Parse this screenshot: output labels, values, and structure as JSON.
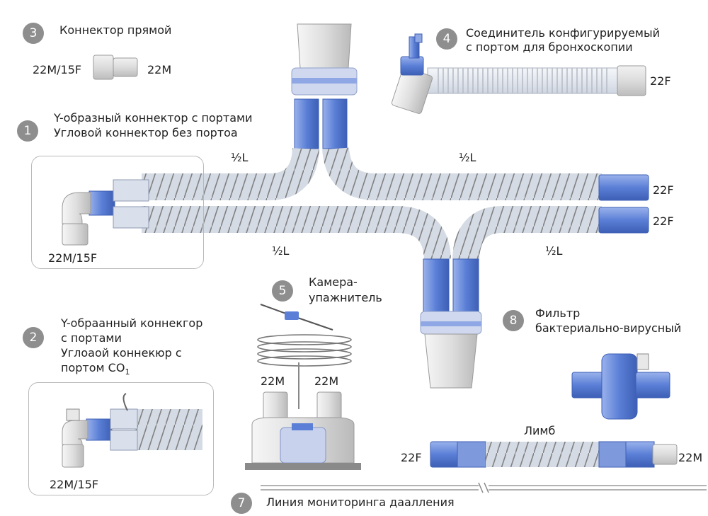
{
  "colors": {
    "blue": "#5b7fd6",
    "blue_dark": "#3d5fb5",
    "tube": "#e9edf3",
    "badge": "#8e8e8e"
  },
  "items": {
    "y_connector": {
      "num": "1",
      "line1": "Y-образный коннектор с портами",
      "line2": "Угловой коннектор без портоа",
      "port": "22M/15F"
    },
    "y_connector_co2": {
      "num": "2",
      "line1": "Y-обраанный коннекгор",
      "line2": "с портами",
      "line3": "Углоаой коннекюр с",
      "line4": "портом CO",
      "line4_sub": "1",
      "port": "22M/15F"
    },
    "straight_connector": {
      "num": "3",
      "title": "Коннектор прямой",
      "left": "22M/15F",
      "right": "22M"
    },
    "configurable_connector": {
      "num": "4",
      "line1": "Соединитель конфигурируемый",
      "line2": "с портом для бронхоскопии",
      "port": "22F"
    },
    "humidifier": {
      "num": "5",
      "line1": "Камера-",
      "line2": "упажнитель",
      "port_left": "22M",
      "port_right": "22M"
    },
    "monitoring_line": {
      "num": "7",
      "title": "Линия мониторинга даалления"
    },
    "filter": {
      "num": "8",
      "line1": "Фильтр",
      "line2": "бактериально-вирусный"
    },
    "limb": {
      "title": "Лимб",
      "left": "22F",
      "right": "22M"
    }
  },
  "circuit": {
    "half_top_left": "½L",
    "half_top_right": "½L",
    "half_bottom_left": "½L",
    "half_bottom_right": "½L",
    "port_top": "22F",
    "port_bottom": "22F"
  }
}
